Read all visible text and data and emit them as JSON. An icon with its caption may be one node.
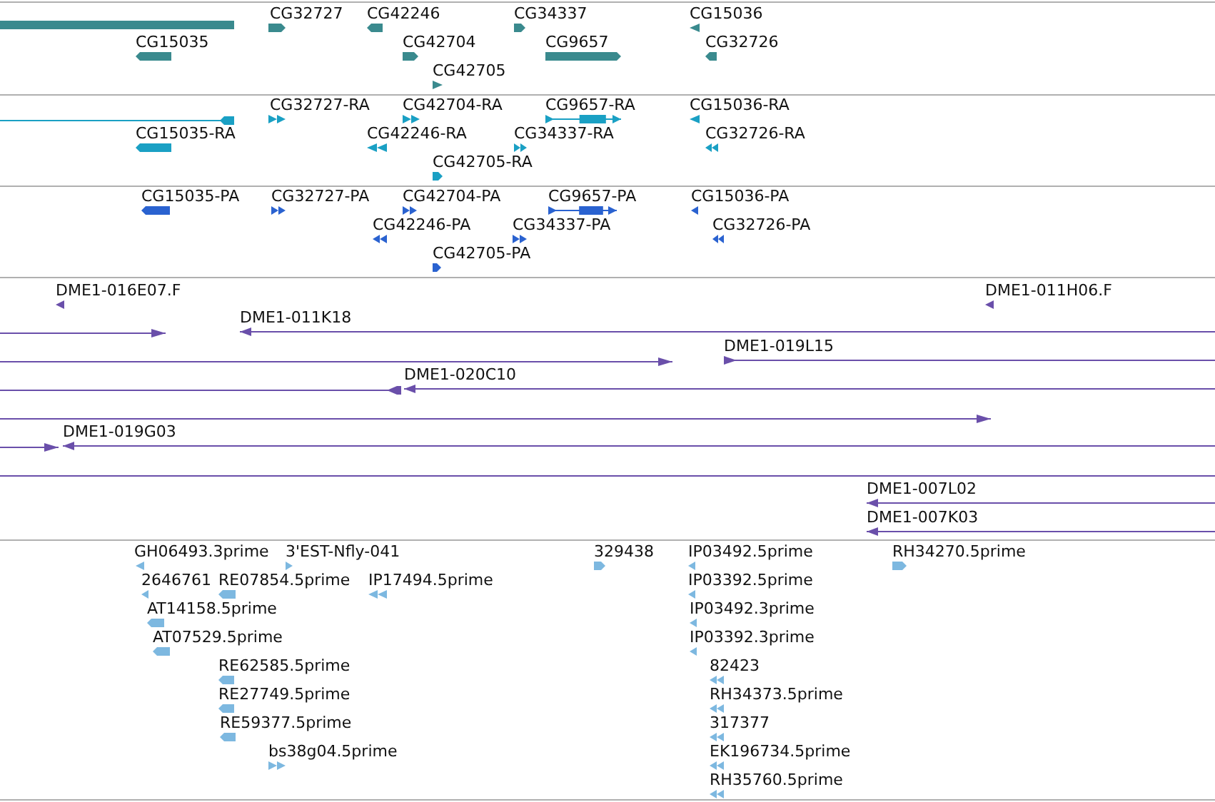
{
  "diagram": {
    "labels": [
      "CG32727",
      "CG42246",
      "CG34337",
      "CG15036",
      "CG15035",
      "CG42704",
      "CG9657",
      "CG32726",
      "CG42705",
      "CG32727-RA",
      "CG42704-RA",
      "CG9657-RA",
      "CG15036-RA",
      "CG15035-RA",
      "CG42246-RA",
      "CG34337-RA",
      "CG32726-RA",
      "CG42705-RA",
      "CG15035-PA",
      "CG32727-PA",
      "CG42704-PA",
      "CG9657-PA",
      "CG15036-PA",
      "CG42246-PA",
      "CG34337-PA",
      "CG32726-PA",
      "CG42705-PA",
      "DME1-016E07.F",
      "DME1-011H06.F",
      "DME1-011K18",
      "DME1-019L15",
      "DME1-020C10",
      "DME1-019G03",
      "DME1-007L02",
      "DME1-007K03",
      "GH06493.3prime",
      "3'EST-Nfly-041",
      "329438",
      "IP03492.5prime",
      "RH34270.5prime",
      "2646761",
      "RE07854.5prime",
      "IP17494.5prime",
      "IP03392.5prime",
      "AT14158.5prime",
      "IP03492.3prime",
      "AT07529.5prime",
      "IP03392.3prime",
      "RE62585.5prime",
      "82423",
      "RE27749.5prime",
      "RH34373.5prime",
      "RE59377.5prime",
      "317377",
      "bs38g04.5prime",
      "EK196734.5prime",
      "RH35760.5prime"
    ]
  }
}
